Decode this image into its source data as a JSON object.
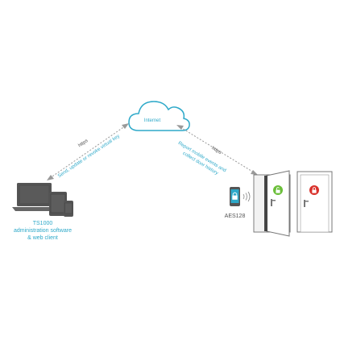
{
  "cloud": {
    "label": "Internet"
  },
  "links": {
    "left": {
      "protocol": "https",
      "action": "Send, update or revoke virtual key"
    },
    "right": {
      "protocol": "https",
      "action_line1": "Report mobile events and",
      "action_line2": "collect door history"
    }
  },
  "admin": {
    "line1": "TS1000",
    "line2": "administration software",
    "line3": "& web client"
  },
  "phone": {
    "label": "AES128"
  },
  "colors": {
    "accent": "#2ea9c9",
    "device_gray": "#555555",
    "door_line": "#777777",
    "unlocked": "#6bbf3a",
    "locked": "#d9312b"
  }
}
